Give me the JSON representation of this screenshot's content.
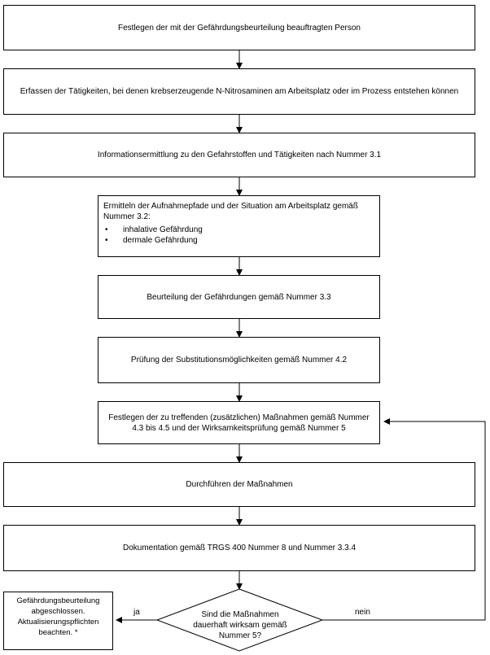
{
  "boxes": {
    "b1": "Festlegen der mit der Gefährdungsbeurteilung beauftragten Person",
    "b2": "Erfassen der Tätigkeiten, bei denen krebserzeugende N-Nitrosaminen am Arbeitsplatz oder im Prozess entstehen können",
    "b3": "Informationsermittlung zu den Gefahrstoffen und Tätigkeiten nach Nummer 3.1",
    "b4": {
      "text": "Ermitteln der Aufnahmepfade und der Situation am Arbeitsplatz gemäß Nummer 3.2:",
      "items": [
        "inhalative Gefährdung",
        "dermale Gefährdung"
      ]
    },
    "b5": "Beurteilung der Gefährdungen gemäß Nummer 3.3",
    "b6": "Prüfung der Substitutionsmöglichkeiten gemäß Nummer 4.2",
    "b7": "Festlegen der zu treffenden (zusätzlichen) Maßnahmen gemäß Nummer 4.3 bis 4.5 und der Wirksamkeitsprüfung gemäß Nummer 5",
    "b8": "Durchführen der Maßnahmen",
    "b9": "Dokumentation gemäß TRGS 400 Nummer 8 und Nummer 3.3.4"
  },
  "decision": "Sind die Maßnahmen dauerhaft wirksam gemäß Nummer 5?",
  "branch_yes": "ja",
  "branch_no": "nein",
  "end_box": "Gefährdungsbeurteilung abgeschlossen. Aktualisierungspflichten beachten. *",
  "colors": {
    "stroke": "#000000",
    "fill": "#ffffff"
  }
}
